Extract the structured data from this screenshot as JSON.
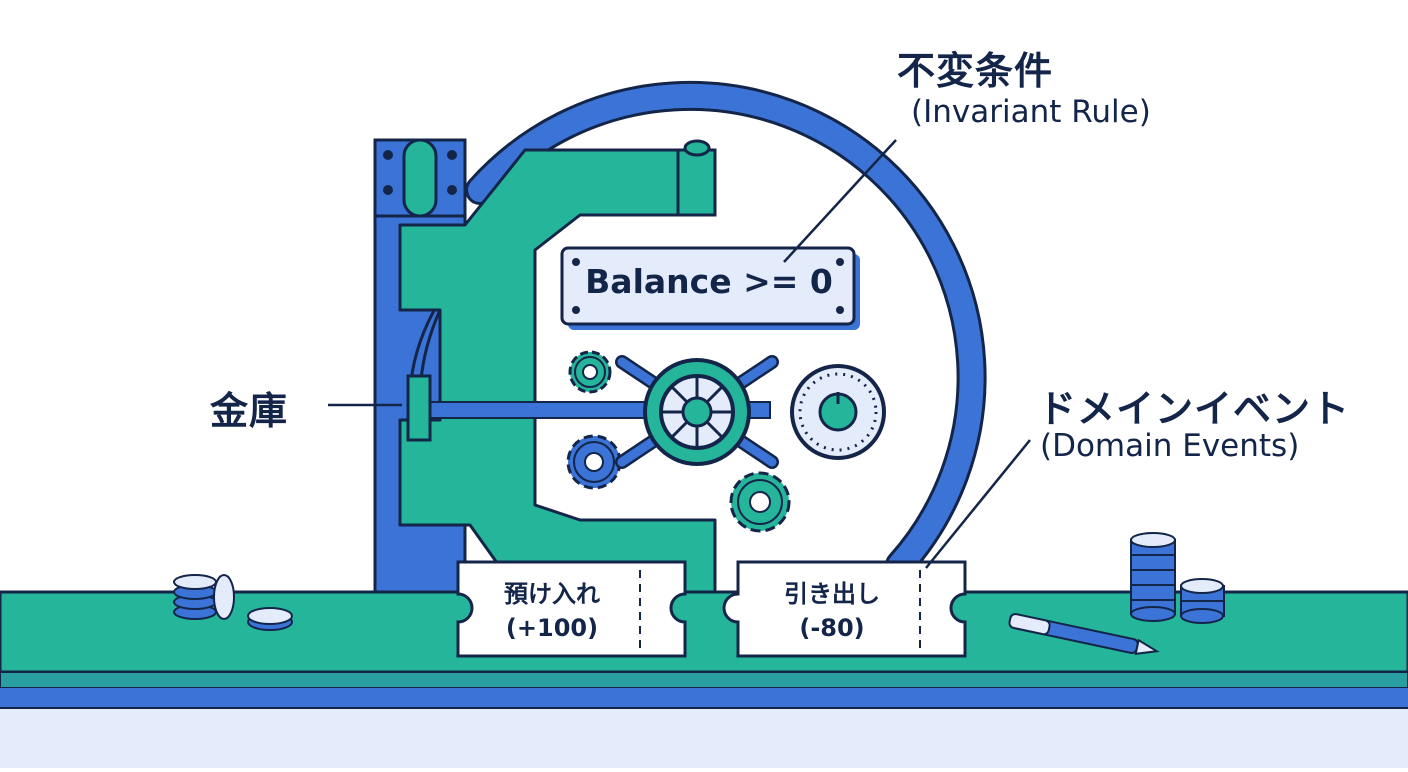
{
  "labels": {
    "invariant_jp": "不変条件",
    "invariant_en": "(Invariant Rule)",
    "vault": "金庫",
    "events_jp": "ドメインイベント",
    "events_en": "(Domain Events)"
  },
  "balance_plate": "Balance >= 0",
  "tickets": {
    "deposit_label": "預け入れ",
    "deposit_amount": "(+100)",
    "withdraw_label": "引き出し",
    "withdraw_amount": "(-80)"
  },
  "colors": {
    "teal": "#25b59a",
    "blue": "#3b73d6",
    "navy": "#14254a",
    "light_blue": "#e4ecfb"
  }
}
